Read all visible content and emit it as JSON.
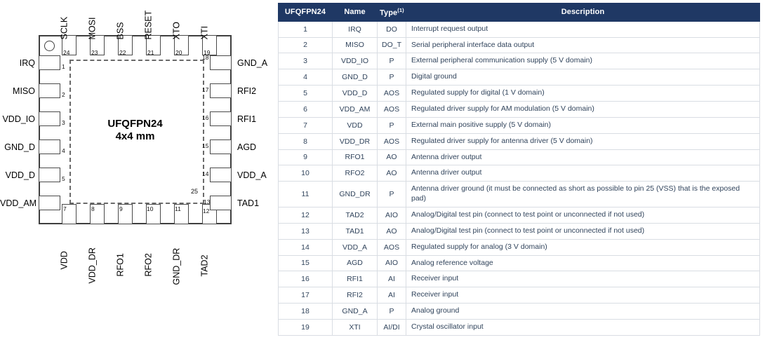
{
  "diagram": {
    "package_name": "UFQFPN24",
    "package_size": "4x4 mm",
    "exposed_pad_number": "25",
    "pin1_marker": "pin1-dot",
    "top_pins": [
      {
        "num": "24",
        "label": "SCLK"
      },
      {
        "num": "23",
        "label": "MOSI"
      },
      {
        "num": "22",
        "label": "BSS"
      },
      {
        "num": "21",
        "label": "RESET"
      },
      {
        "num": "20",
        "label": "XTO"
      },
      {
        "num": "19",
        "label": "XTI"
      }
    ],
    "left_pins": [
      {
        "num": "1",
        "label": "IRQ"
      },
      {
        "num": "2",
        "label": "MISO"
      },
      {
        "num": "3",
        "label": "VDD_IO"
      },
      {
        "num": "4",
        "label": "GND_D"
      },
      {
        "num": "5",
        "label": "VDD_D"
      },
      {
        "num": "6",
        "label": "VDD_AM"
      }
    ],
    "bottom_pins": [
      {
        "num": "7",
        "label": "VDD"
      },
      {
        "num": "8",
        "label": "VDD_DR"
      },
      {
        "num": "9",
        "label": "RFO1"
      },
      {
        "num": "10",
        "label": "RFO2"
      },
      {
        "num": "11",
        "label": "GND_DR"
      },
      {
        "num": "12",
        "label": "TAD2"
      }
    ],
    "right_pins": [
      {
        "num": "18",
        "label": "GND_A"
      },
      {
        "num": "17",
        "label": "RFI2"
      },
      {
        "num": "16",
        "label": "RFI1"
      },
      {
        "num": "15",
        "label": "AGD"
      },
      {
        "num": "14",
        "label": "VDD_A"
      },
      {
        "num": "13",
        "label": "TAD1"
      }
    ]
  },
  "table": {
    "header": {
      "pin": "UFQFPN24",
      "name": "Name",
      "type": "Type",
      "type_footnote": "(1)",
      "description": "Description"
    },
    "rows": [
      {
        "pin": "1",
        "name": "IRQ",
        "type": "DO",
        "desc": "Interrupt request output"
      },
      {
        "pin": "2",
        "name": "MISO",
        "type": "DO_T",
        "desc": "Serial peripheral interface data output"
      },
      {
        "pin": "3",
        "name": "VDD_IO",
        "type": "P",
        "desc": "External peripheral communication supply (5 V domain)"
      },
      {
        "pin": "4",
        "name": "GND_D",
        "type": "P",
        "desc": "Digital ground"
      },
      {
        "pin": "5",
        "name": "VDD_D",
        "type": "AOS",
        "desc": "Regulated supply for digital (1 V domain)"
      },
      {
        "pin": "6",
        "name": "VDD_AM",
        "type": "AOS",
        "desc": "Regulated driver supply for AM modulation (5 V domain)"
      },
      {
        "pin": "7",
        "name": "VDD",
        "type": "P",
        "desc": "External main positive supply (5 V domain)"
      },
      {
        "pin": "8",
        "name": "VDD_DR",
        "type": "AOS",
        "desc": "Regulated driver supply for antenna driver (5 V domain)"
      },
      {
        "pin": "9",
        "name": "RFO1",
        "type": "AO",
        "desc": "Antenna driver output"
      },
      {
        "pin": "10",
        "name": "RFO2",
        "type": "AO",
        "desc": "Antenna driver output"
      },
      {
        "pin": "11",
        "name": "GND_DR",
        "type": "P",
        "desc": "Antenna driver ground (it must be connected as short as possible to pin 25 (VSS) that is the exposed pad)",
        "tall": true
      },
      {
        "pin": "12",
        "name": "TAD2",
        "type": "AIO",
        "desc": "Analog/Digital test pin (connect to test point or unconnected if not used)"
      },
      {
        "pin": "13",
        "name": "TAD1",
        "type": "AO",
        "desc": "Analog/Digital test pin (connect to test point or unconnected if not used)"
      },
      {
        "pin": "14",
        "name": "VDD_A",
        "type": "AOS",
        "desc": "Regulated supply for analog (3 V domain)"
      },
      {
        "pin": "15",
        "name": "AGD",
        "type": "AIO",
        "desc": "Analog reference voltage"
      },
      {
        "pin": "16",
        "name": "RFI1",
        "type": "AI",
        "desc": "Receiver input"
      },
      {
        "pin": "17",
        "name": "RFI2",
        "type": "AI",
        "desc": "Receiver input"
      },
      {
        "pin": "18",
        "name": "GND_A",
        "type": "P",
        "desc": "Analog ground"
      },
      {
        "pin": "19",
        "name": "XTI",
        "type": "AI/DI",
        "desc": "Crystal oscillator input"
      }
    ]
  },
  "colors": {
    "header_bg": "#1f3864",
    "header_text": "#ffffff",
    "body_text": "#31445c",
    "border": "#d9dde3",
    "outline": "#3f3f3f"
  }
}
